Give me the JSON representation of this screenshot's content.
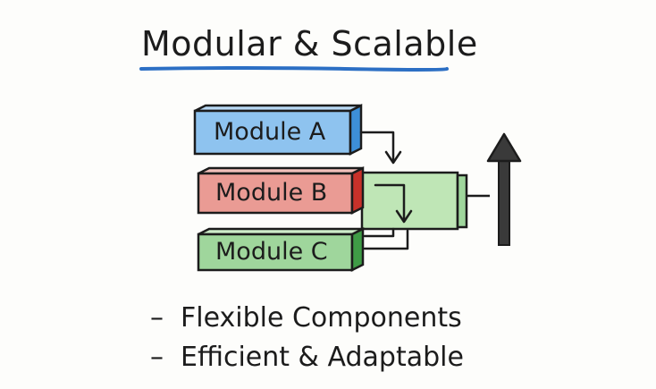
{
  "title": "Modular & Scalable",
  "modules": [
    {
      "label": "Module A",
      "color": "#8ec3ef",
      "edge": "#3d8fd8"
    },
    {
      "label": "Module B",
      "color": "#ea9b94",
      "edge": "#c8312a"
    },
    {
      "label": "Module C",
      "color": "#9fd69c",
      "edge": "#3f9c46"
    }
  ],
  "combined_color": "#bfe6b6",
  "underline_color": "#2c6fc4",
  "bullets": [
    {
      "dash": "–",
      "text": "Flexible Components"
    },
    {
      "dash": "–",
      "text": "Efficient & Adaptable"
    }
  ],
  "icons": [
    "up-arrow-icon",
    "connector-arrow-icon"
  ]
}
